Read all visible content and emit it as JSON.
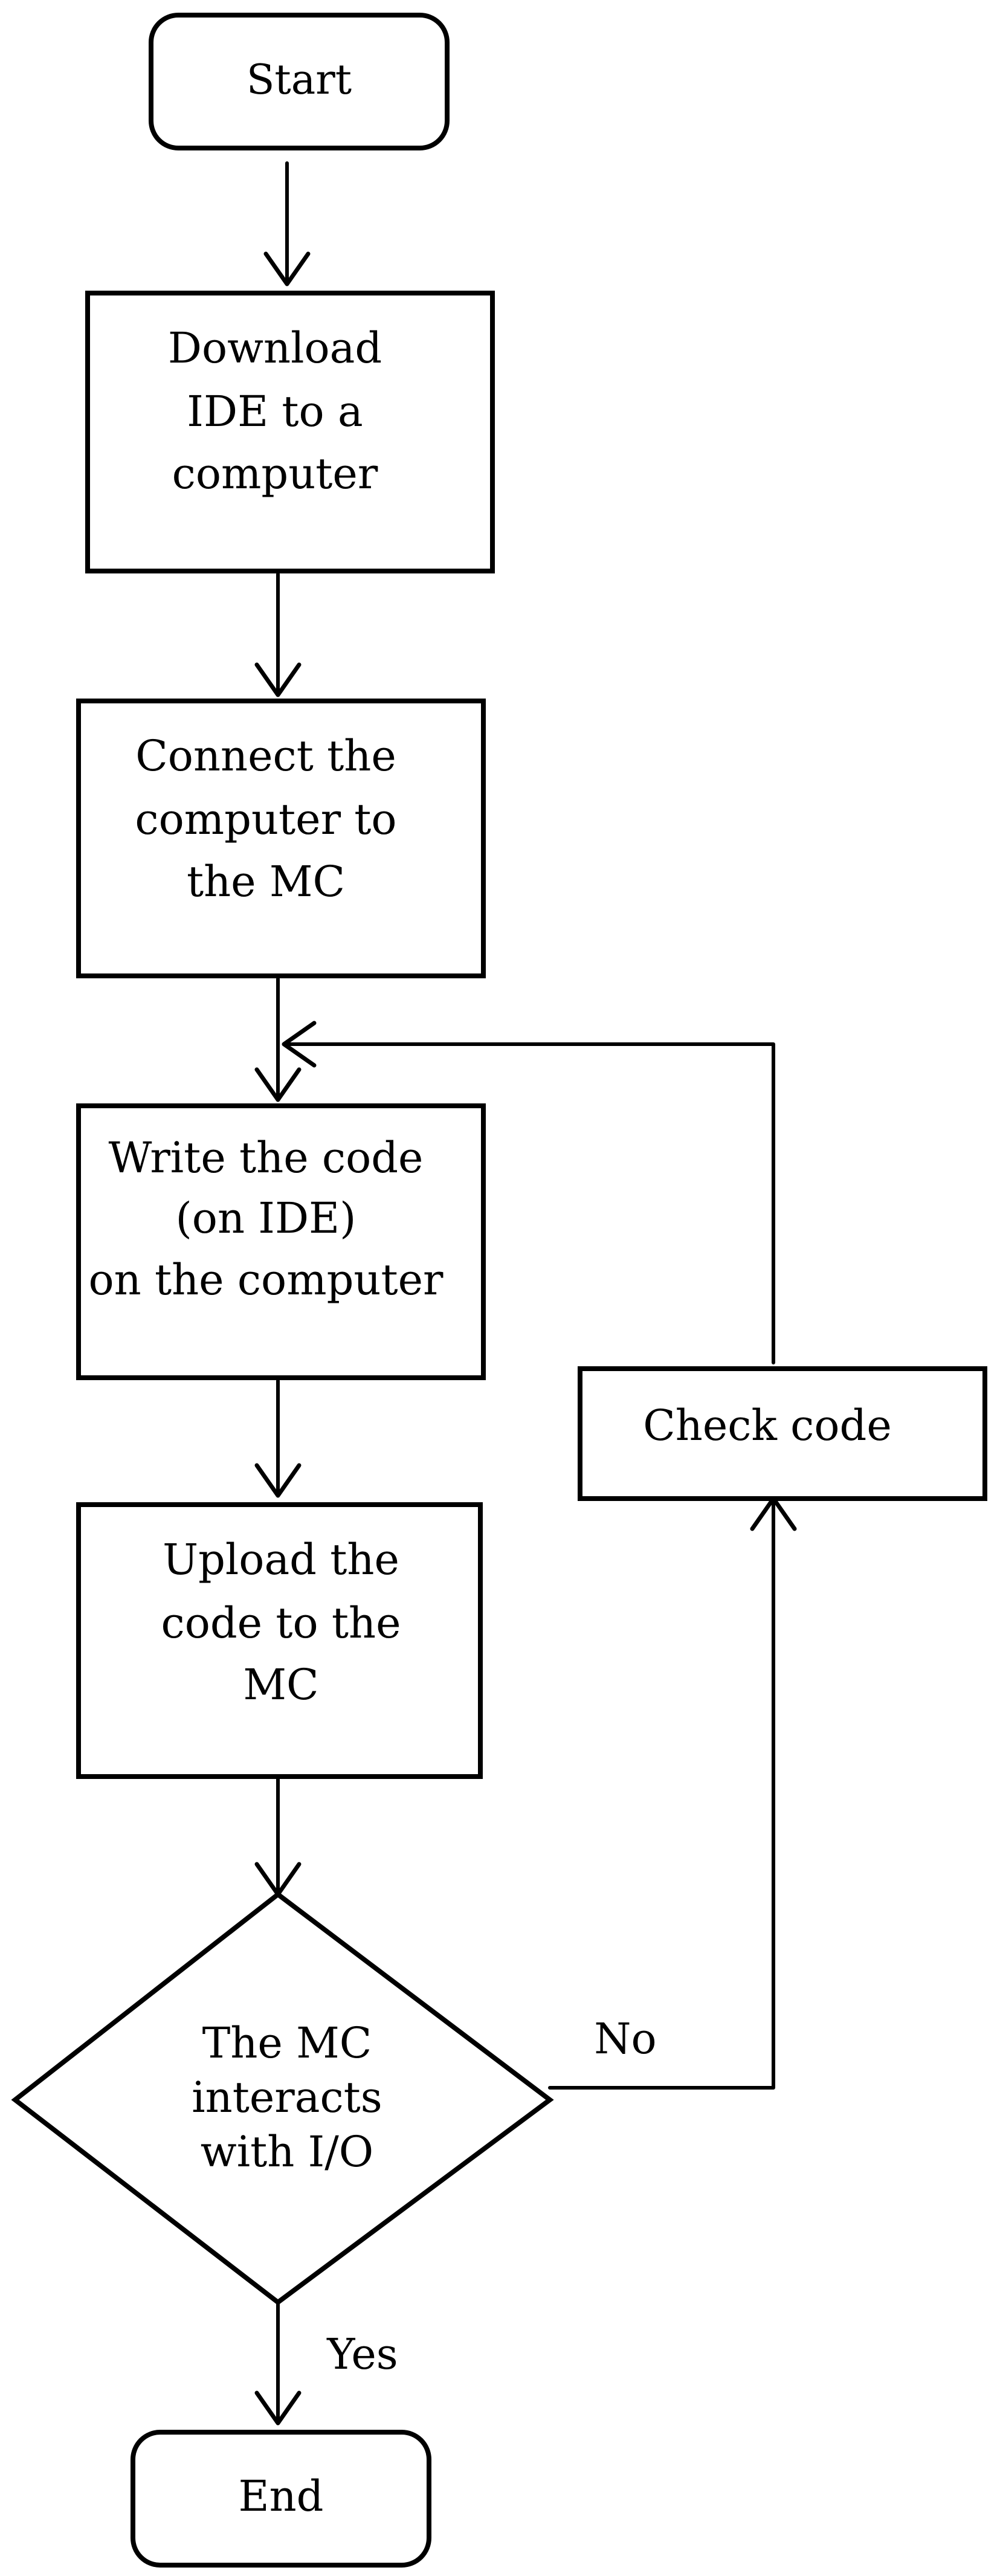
{
  "diagram": {
    "nodes": [
      {
        "id": "start",
        "type": "terminal",
        "lines": [
          "Start"
        ]
      },
      {
        "id": "download",
        "type": "process",
        "lines": [
          "Download",
          "IDE to a",
          "computer"
        ]
      },
      {
        "id": "connect",
        "type": "process",
        "lines": [
          "Connect the",
          "computer to",
          "the MC"
        ]
      },
      {
        "id": "write",
        "type": "process",
        "lines": [
          "Write the code",
          "(on IDE)",
          "on the computer"
        ]
      },
      {
        "id": "upload",
        "type": "process",
        "lines": [
          "Upload the",
          "code to the",
          "MC"
        ]
      },
      {
        "id": "decision",
        "type": "decision",
        "lines": [
          "The MC",
          "interacts",
          "with I/O"
        ]
      },
      {
        "id": "check",
        "type": "process",
        "lines": [
          "Check code"
        ]
      },
      {
        "id": "end",
        "type": "terminal",
        "lines": [
          "End"
        ]
      }
    ],
    "edges": [
      {
        "id": "start-download",
        "from": "start",
        "to": "download",
        "label": ""
      },
      {
        "id": "download-connect",
        "from": "download",
        "to": "connect",
        "label": ""
      },
      {
        "id": "connect-write",
        "from": "connect",
        "to": "write",
        "label": ""
      },
      {
        "id": "write-upload",
        "from": "write",
        "to": "upload",
        "label": ""
      },
      {
        "id": "upload-decision",
        "from": "upload",
        "to": "decision",
        "label": ""
      },
      {
        "id": "decision-end",
        "from": "decision",
        "to": "end",
        "label": "Yes"
      },
      {
        "id": "decision-check",
        "from": "decision",
        "to": "check",
        "label": "No"
      },
      {
        "id": "check-write",
        "from": "check",
        "to": "write",
        "label": ""
      }
    ]
  }
}
